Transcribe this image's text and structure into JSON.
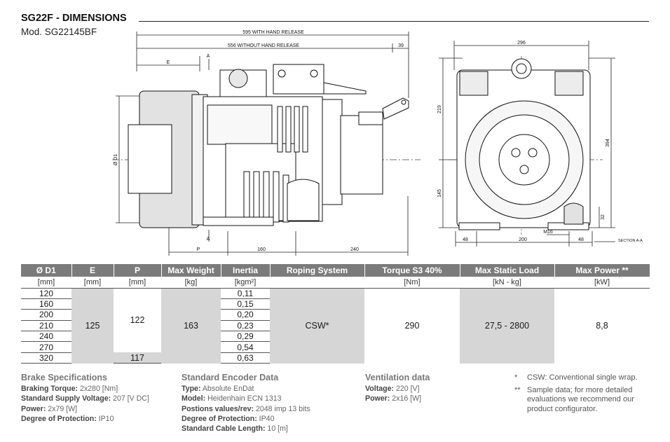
{
  "header": {
    "title": "SG22F - DIMENSIONS",
    "model": "Mod. SG22145BF"
  },
  "drawing": {
    "dim_hand_release": "595 WITH HAND RELEASE",
    "dim_without_hand_release": "556 WITHOUT HAND RELEASE",
    "dim_39": "39",
    "dim_e": "E",
    "dim_a_top": "A",
    "dim_a_bottom": "A",
    "dim_d1": "Ø D1",
    "dim_p": "P",
    "dim_160": "160",
    "dim_240": "240",
    "dim_296": "296",
    "dim_219": "219",
    "dim_145": "145",
    "dim_394": "394",
    "dim_32": "32",
    "dim_m16": "M16",
    "dim_48_left": "48",
    "dim_200": "200",
    "dim_48_right": "48",
    "section": "SECTION A-A"
  },
  "table": {
    "headers": [
      "Ø D1",
      "E",
      "P",
      "Max Weight",
      "Inertia",
      "Roping System",
      "Torque S3 40%",
      "Max Static Load",
      "Max Power **"
    ],
    "units": [
      "[mm]",
      "[mm]",
      "[mm]",
      "[kg]",
      "[kgm²]",
      "",
      "[Nm]",
      "[kN - kg]",
      "[kW]"
    ],
    "d1_values": [
      "120",
      "160",
      "200",
      "210",
      "240",
      "270",
      "320"
    ],
    "e_value": "125",
    "p_value_main": "122",
    "p_value_last": "117",
    "weight": "163",
    "inertia_values": [
      "0,11",
      "0,15",
      "0,20",
      "0,23",
      "0,29",
      "0,54",
      "0,63"
    ],
    "roping": "CSW*",
    "torque": "290",
    "static_load": "27,5 - 2800",
    "power": "8,8"
  },
  "brake": {
    "title": "Brake Specifications",
    "rows": [
      {
        "label": "Braking Torque:",
        "value": " 2x280 [Nm]"
      },
      {
        "label": "Standard Supply Voltage:",
        "value": " 207 [V DC]"
      },
      {
        "label": "Power:",
        "value": " 2x79 [W]"
      },
      {
        "label": "Degree of Protection:",
        "value": " IP10"
      }
    ]
  },
  "encoder": {
    "title": "Standard Encoder Data",
    "rows": [
      {
        "label": "Type:",
        "value": " Absolute EnDat"
      },
      {
        "label": "Model:",
        "value": " Heidenhain ECN 1313"
      },
      {
        "label": "Postions values/rev:",
        "value": " 2048 imp 13 bits"
      },
      {
        "label": "Degree of Protection:",
        "value": " IP40"
      },
      {
        "label": "Standard Cable Length:",
        "value": " 10 [m]"
      }
    ]
  },
  "ventilation": {
    "title": "Ventilation data",
    "rows": [
      {
        "label": "Voltage:",
        "value": " 220 [V]"
      },
      {
        "label": "Power:",
        "value": " 2x16 [W]"
      }
    ]
  },
  "notes": [
    {
      "mark": "*",
      "text": "CSW: Conventional single wrap."
    },
    {
      "mark": "**",
      "text": "Sample data; for more detailed evaluations we recommend our product configurator."
    }
  ]
}
